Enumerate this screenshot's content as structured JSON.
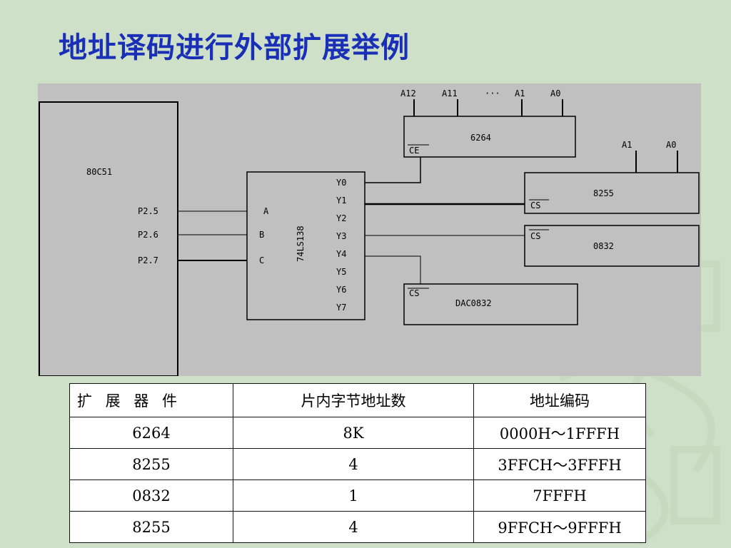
{
  "title": "地址译码进行外部扩展举例",
  "diagram": {
    "mcu_label": "80C51",
    "mcu_pins": [
      "P2.5",
      "P2.6",
      "P2.7"
    ],
    "decoder_label": "74LS138",
    "decoder_inputs": [
      "A",
      "B",
      "C"
    ],
    "decoder_outputs": [
      "Y0",
      "Y1",
      "Y2",
      "Y3",
      "Y4",
      "Y5",
      "Y6",
      "Y7"
    ],
    "ram_label": "6264",
    "ram_cs": "CE",
    "ram_addr_lines": [
      "A12",
      "A11",
      "···",
      "A1",
      "A0"
    ],
    "ppi1_label": "8255",
    "ppi1_cs": "CS",
    "ppi1_addr_lines": [
      "A1",
      "A0"
    ],
    "dac_label": "0832",
    "dac_cs": "CS",
    "ppi2_label": "DAC0832",
    "ppi2_cs": "CS"
  },
  "table": {
    "headers": [
      "扩 展 器 件",
      "片内字节地址数",
      "地址编码"
    ],
    "rows": [
      [
        "6264",
        "8K",
        "0000H～1FFFH"
      ],
      [
        "8255",
        "4",
        "3FFCH～3FFFH"
      ],
      [
        "0832",
        "1",
        "7FFFH"
      ],
      [
        "8255",
        "4",
        "9FFCH～9FFFH"
      ]
    ]
  }
}
